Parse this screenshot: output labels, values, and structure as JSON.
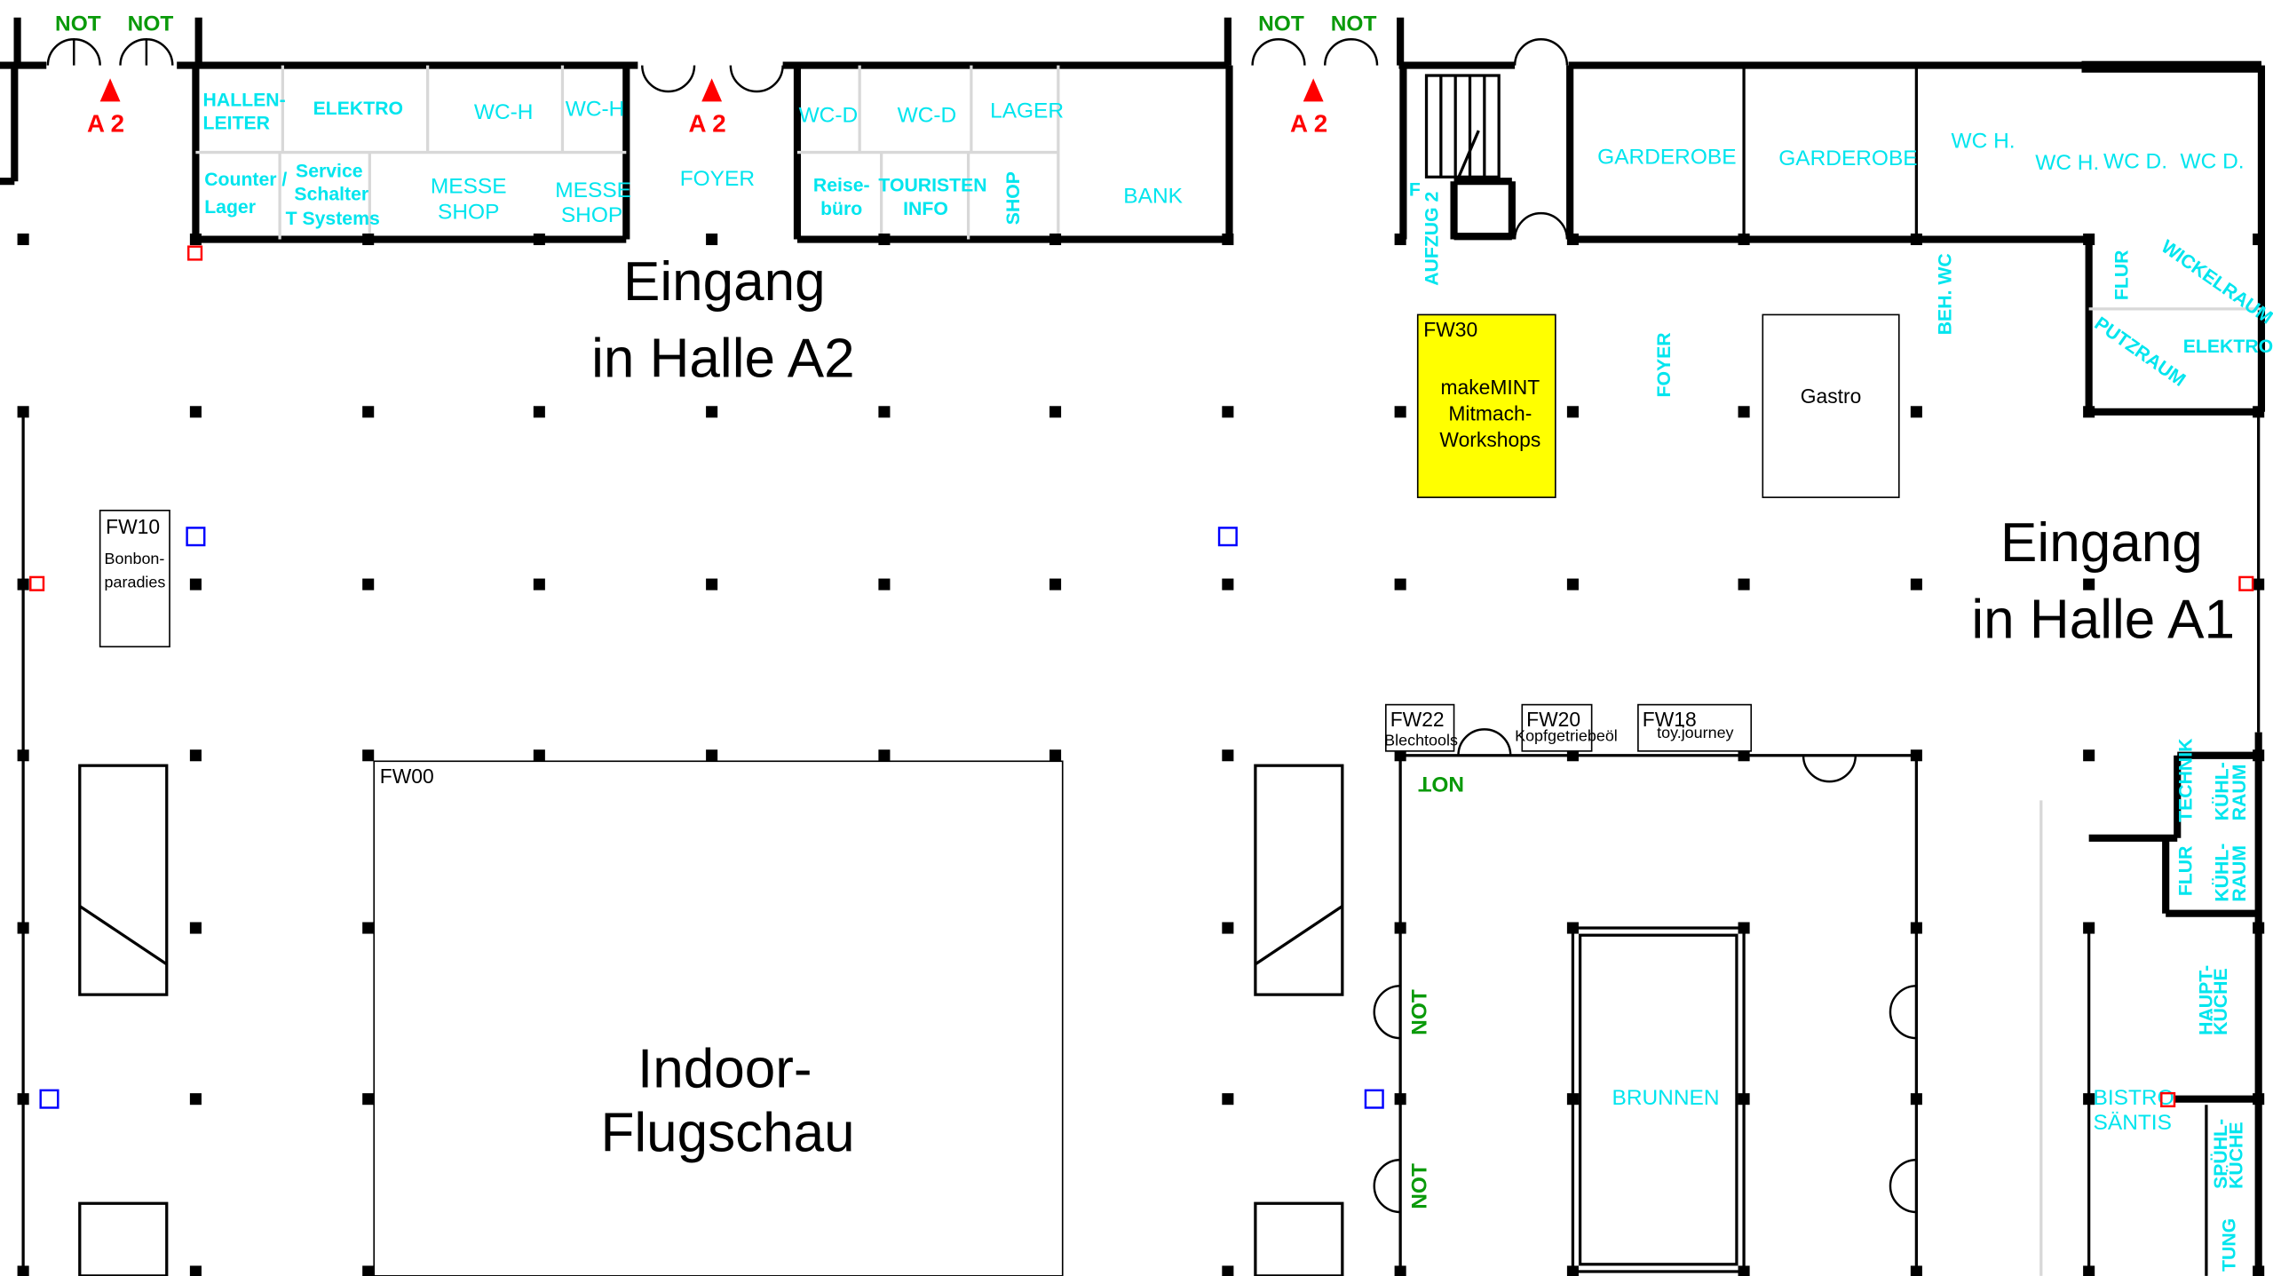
{
  "map": {
    "entrances": {
      "a2": [
        "Eingang",
        "in Halle A2"
      ],
      "a1": [
        "Eingang",
        "in Halle A1"
      ]
    },
    "markers": {
      "not": "NOT",
      "a2": "A 2"
    },
    "rooms_left": [
      "HALLEN-",
      "LEITER",
      "ELEKTRO",
      "WC-H",
      "WC-H",
      "Counter /",
      "Lager",
      "Service",
      "Schalter",
      "T Systems",
      "MESSE",
      "SHOP",
      "MESSE",
      "SHOP",
      "FOYER"
    ],
    "rooms_mid": [
      "WC-D",
      "WC-D",
      "LAGER",
      "Reise-",
      "büro",
      "TOURISTEN",
      "INFO",
      "SHOP",
      "BANK"
    ],
    "rooms_right": [
      "AUFZUG 2",
      "F",
      "GARDEROBE",
      "GARDEROBE",
      "WC H.",
      "WC H.",
      "WC D.",
      "WC D.",
      "BEH. WC",
      "FLUR",
      "WICKELRAUM",
      "PUTZRAUM",
      "ELEKTRO",
      "FOYER"
    ],
    "rooms_kitchen": [
      "TECHNIK",
      "KÜHL-",
      "RAUM",
      "FLUR",
      "KÜHL-",
      "RAUM",
      "HAUPT-",
      "KÜCHE",
      "BISTRO",
      "SÄNTIS",
      "SPÜHL-",
      "KÜCHE",
      "TUNG",
      "BRUNNEN"
    ],
    "booths": [
      {
        "id": "FW30",
        "name": [
          "makeMINT",
          "Mitmach-",
          "Workshops"
        ],
        "color": "#ffff00"
      },
      {
        "id": "FW10",
        "name": [
          "Bonbon-",
          "paradies"
        ]
      },
      {
        "id": "FW22",
        "name": [
          "Blechtools"
        ]
      },
      {
        "id": "FW20",
        "name": [
          "Kopfgetriebeöl"
        ]
      },
      {
        "id": "FW18",
        "name": [
          "toy.journey"
        ]
      },
      {
        "id": "FW00",
        "name": [
          "Indoor-",
          "Flugschau"
        ]
      }
    ],
    "gastro": "Gastro",
    "colors": {
      "room_label": "#00e5ee",
      "emergency": "#0a9a0a",
      "hall_marker": "#ff0000",
      "highlight": "#ffff00"
    }
  }
}
